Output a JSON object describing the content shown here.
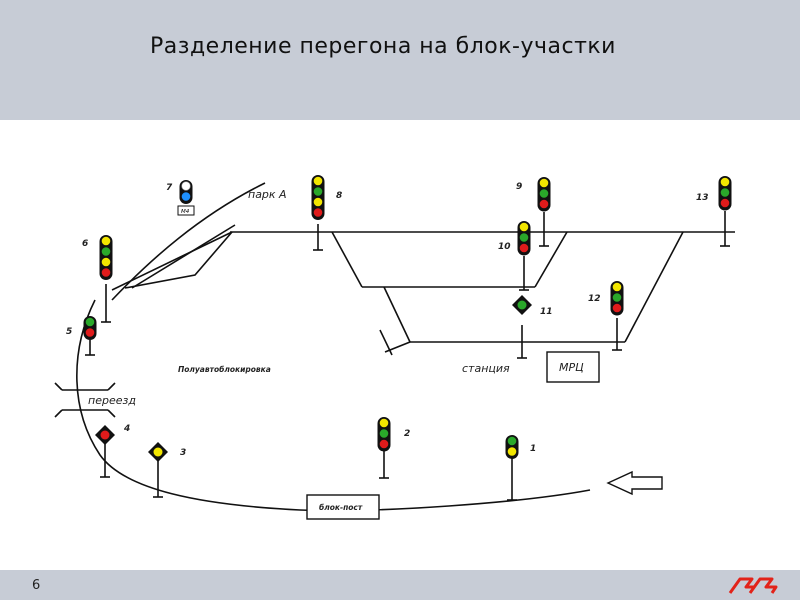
{
  "title": "Разделение перегона на блок-участки",
  "page_number": "6",
  "logo_text": "РЖД",
  "labels": {
    "park": "парк А",
    "semi_auto": "Полуавтоблокировка",
    "crossing": "переезд",
    "station": "станция",
    "mrc": "МРЦ",
    "block_post": "блок-пост",
    "m4": "М4"
  },
  "signals": [
    {
      "id": "1",
      "lights": [
        "green",
        "yellow"
      ]
    },
    {
      "id": "2",
      "lights": [
        "yellow",
        "green",
        "red"
      ]
    },
    {
      "id": "3",
      "lights": [
        "yellow"
      ]
    },
    {
      "id": "4",
      "lights": [
        "red"
      ]
    },
    {
      "id": "5",
      "lights": [
        "green",
        "red"
      ]
    },
    {
      "id": "6",
      "lights": [
        "yellow",
        "green",
        "yellow",
        "red"
      ]
    },
    {
      "id": "7",
      "lights": [
        "white",
        "blue"
      ]
    },
    {
      "id": "8",
      "lights": [
        "yellow",
        "green",
        "yellow",
        "red"
      ]
    },
    {
      "id": "9",
      "lights": [
        "yellow",
        "green",
        "red"
      ]
    },
    {
      "id": "10",
      "lights": [
        "yellow",
        "green",
        "red"
      ]
    },
    {
      "id": "11",
      "lights": [
        "green"
      ]
    },
    {
      "id": "12",
      "lights": [
        "yellow",
        "green",
        "red"
      ]
    },
    {
      "id": "13",
      "lights": [
        "yellow",
        "green",
        "red"
      ]
    }
  ],
  "colors": {
    "header_bg": "#c7ccd6",
    "red": "#e01b1b",
    "yellow": "#f2e600",
    "green": "#2aa82a",
    "blue": "#1e90ff",
    "logo_red": "#e2231a"
  }
}
